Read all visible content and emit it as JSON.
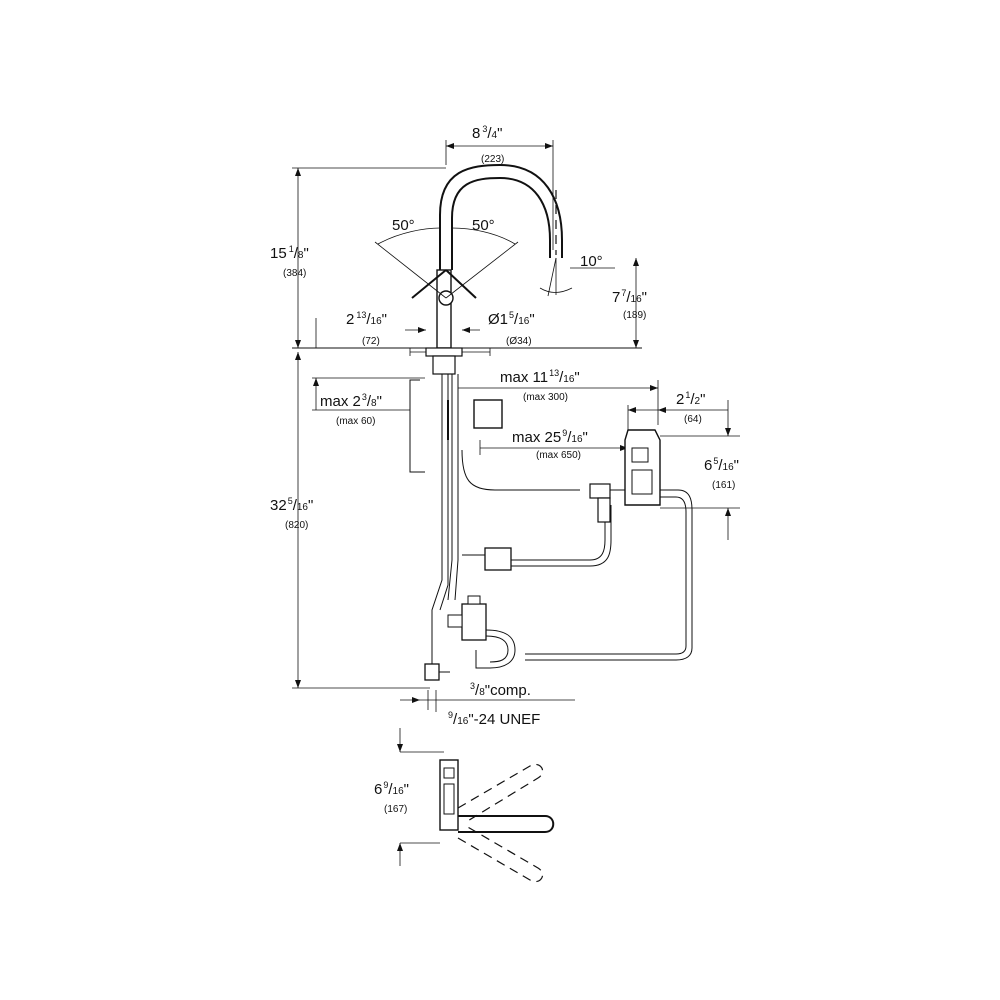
{
  "dimensions": {
    "spout_reach": {
      "whole": "8",
      "num": "3",
      "den": "4",
      "unit": "\"",
      "mm": "(223)"
    },
    "total_height": {
      "whole": "15",
      "num": "1",
      "den": "8",
      "unit": "\"",
      "mm": "(384)"
    },
    "lever_angle_left": {
      "text": "50°"
    },
    "lever_angle_right": {
      "text": "50°"
    },
    "spout_angle": {
      "text": "10°"
    },
    "spout_outlet_height": {
      "whole": "7",
      "num": "7",
      "den": "16",
      "unit": "\"",
      "mm": "(189)"
    },
    "base_diameter": {
      "whole": "Ø1",
      "num": "5",
      "den": "16",
      "unit": "\"",
      "mm": "(Ø34)"
    },
    "base_width": {
      "whole": "2",
      "num": "13",
      "den": "16",
      "unit": "\"",
      "mm": "(72)"
    },
    "max_deck": {
      "whole": "max 2",
      "num": "3",
      "den": "8",
      "unit": "\"",
      "mm": "(max 60)"
    },
    "max_box_distance": {
      "whole": "max 11",
      "num": "13",
      "den": "16",
      "unit": "\"",
      "mm": "(max 300)"
    },
    "box_width": {
      "whole": "2",
      "num": "1",
      "den": "2",
      "unit": "\"",
      "mm": "(64)"
    },
    "max_hose_distance": {
      "whole": "max 25",
      "num": "9",
      "den": "16",
      "unit": "\"",
      "mm": "(max 650)"
    },
    "box_height": {
      "whole": "6",
      "num": "5",
      "den": "16",
      "unit": "\"",
      "mm": "(161)"
    },
    "under_sink_depth": {
      "whole": "32",
      "num": "5",
      "den": "16",
      "unit": "\"",
      "mm": "(820)"
    },
    "comp_connection": {
      "num": "3",
      "den": "8",
      "unit": "\"comp."
    },
    "thread_connection": {
      "num": "9",
      "den": "16",
      "unit": "\"-24 UNEF"
    },
    "top_view_offset": {
      "whole": "6",
      "num": "9",
      "den": "16",
      "unit": "\"",
      "mm": "(167)"
    }
  }
}
